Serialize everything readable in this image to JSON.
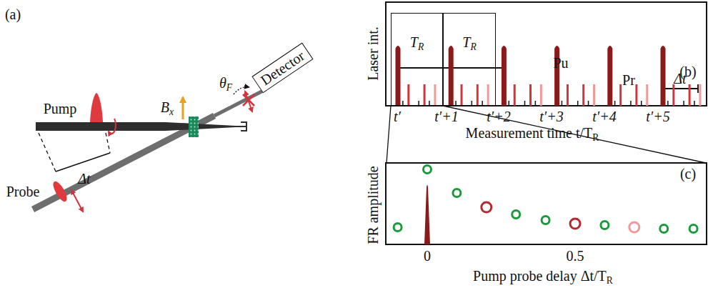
{
  "diagram": {
    "nodes": [
      {
        "text": [
          "Detector"
        ]
      },
      {
        "text": [
          "TR"
        ]
      },
      {
        "text": [
          "TR"
        ]
      }
    ],
    "labels": [
      "(a)",
      "Pump",
      "Probe",
      "Δt",
      "Bx",
      "θF",
      "(b)",
      "Laser int.",
      "Pu",
      "Pr",
      "Δt",
      "t′",
      "t′+1",
      "t′+2",
      "t′+3",
      "t′+4",
      "t′+5",
      "Measurement time t/TR",
      "(c)",
      "FR amplitude",
      "0",
      "0.5",
      "Pump probe delay Δt/TR"
    ]
  }
}
